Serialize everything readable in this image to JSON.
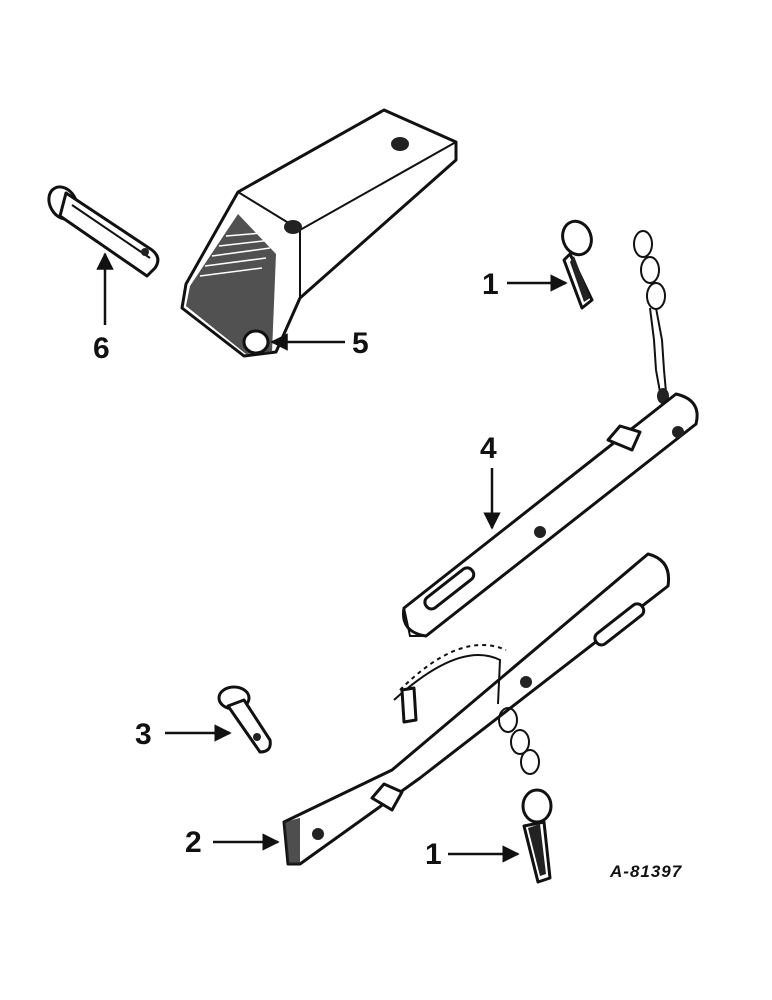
{
  "figure_id": "A-81397",
  "callouts": [
    {
      "label": "1",
      "part_ref": "lock-pin-upper"
    },
    {
      "label": "1",
      "part_ref": "lock-pin-lower"
    },
    {
      "label": "2",
      "part_ref": "drawbar-lower"
    },
    {
      "label": "3",
      "part_ref": "clevis-pin-small"
    },
    {
      "label": "4",
      "part_ref": "drawbar-upper"
    },
    {
      "label": "5",
      "part_ref": "hitch-clevis"
    },
    {
      "label": "6",
      "part_ref": "clevis-pin"
    }
  ],
  "colors": {
    "ink": "#111111",
    "paper": "#ffffff"
  }
}
